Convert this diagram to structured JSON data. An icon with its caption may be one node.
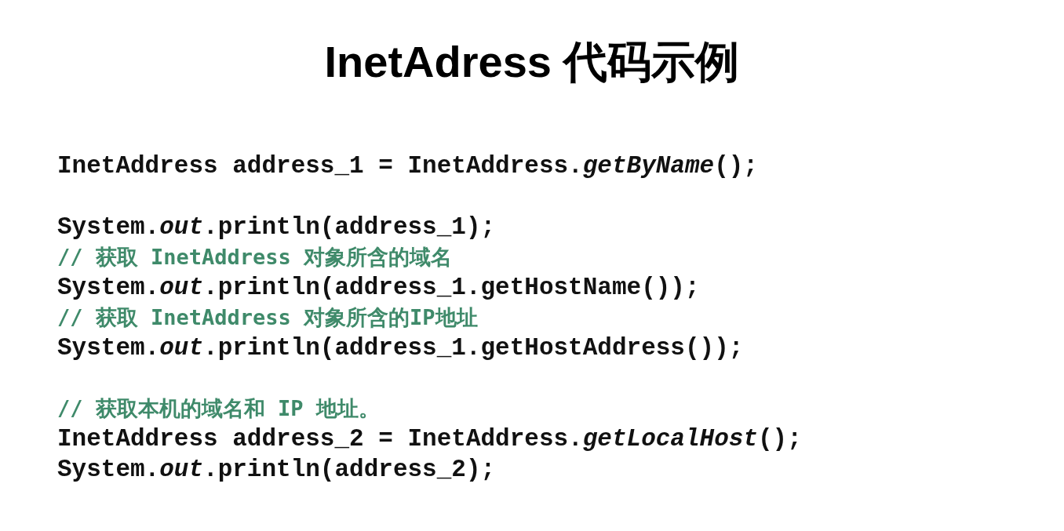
{
  "diagram": {
    "title": "InetAdress 代码示例",
    "labels": [
      "InetAddress address_1 = InetAddress.*getByName*();",
      "System.*out*.println(address_1);",
      "// 获取 InetAddress 对象所含的域名",
      "System.*out*.println(address_1.getHostName());",
      "// 获取 InetAddress 对象所含的IP地址",
      "System.*out*.println(address_1.getHostAddress());",
      "// 获取本机的域名和 IP 地址。",
      "InetAddress address_2 = InetAddress.*getLocalHost*();",
      "System.*out*.println(address_2);"
    ]
  }
}
